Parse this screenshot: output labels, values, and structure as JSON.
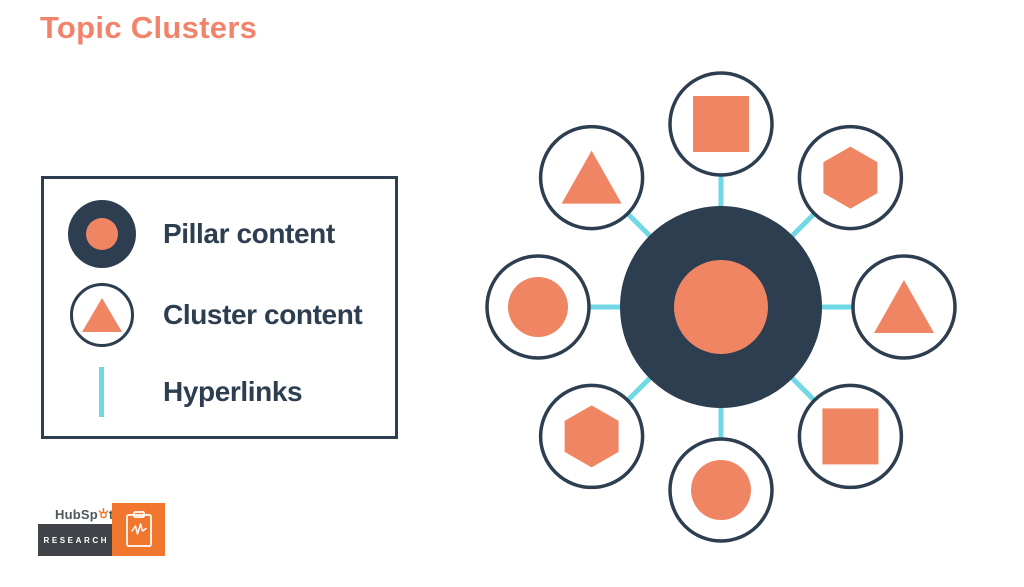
{
  "title": "Topic Clusters",
  "colors": {
    "orange": "#F08564",
    "title_orange": "#F2836B",
    "navy": "#2D3E50",
    "teal": "#6FD8E4",
    "logo_orange": "#F0772D",
    "research_box_gray": "#404449",
    "wordmark_gray": "#4E565C"
  },
  "legend": {
    "items": [
      {
        "id": "pillar-content",
        "icon": "pillar-content-icon",
        "label": "Pillar content"
      },
      {
        "id": "cluster-content",
        "icon": "cluster-content-icon",
        "label": "Cluster content"
      },
      {
        "id": "hyperlinks",
        "icon": "hyperlink-line-icon",
        "label": "Hyperlinks"
      }
    ]
  },
  "diagram": {
    "hub": {
      "type": "pillar-content",
      "shape": "circle-in-circle"
    },
    "connector": "hyperlink",
    "satellites": [
      {
        "angle_deg": 90,
        "shape": "square"
      },
      {
        "angle_deg": 45,
        "shape": "hexagon"
      },
      {
        "angle_deg": 0,
        "shape": "triangle"
      },
      {
        "angle_deg": 315,
        "shape": "square"
      },
      {
        "angle_deg": 270,
        "shape": "circle"
      },
      {
        "angle_deg": 225,
        "shape": "hexagon"
      },
      {
        "angle_deg": 180,
        "shape": "circle"
      },
      {
        "angle_deg": 135,
        "shape": "triangle"
      }
    ]
  },
  "logo": {
    "brand": "HubSpot",
    "brand_prefix": "HubSp",
    "brand_suffix": "t",
    "research_label": "RESEARCH"
  }
}
